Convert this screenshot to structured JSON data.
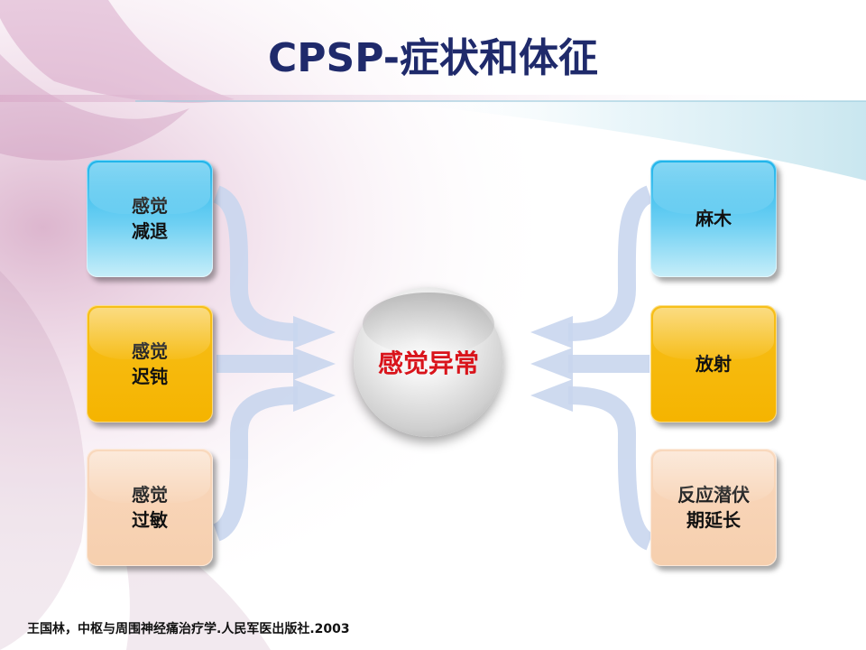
{
  "title": "CPSP-症状和体征",
  "center": {
    "label": "感觉异常"
  },
  "left_boxes": [
    {
      "label": "感觉\n减退",
      "style": "blue"
    },
    {
      "label": "感觉\n迟钝",
      "style": "yellow"
    },
    {
      "label": "感觉\n过敏",
      "style": "peach"
    }
  ],
  "right_boxes": [
    {
      "label": "麻木",
      "style": "blue"
    },
    {
      "label": "放射",
      "style": "yellow"
    },
    {
      "label": "反应潜伏\n期延长",
      "style": "peach"
    }
  ],
  "citation": "王国林，中枢与周围神经痛治疗学.人民军医出版社.2003",
  "colors": {
    "title": "#1f2a6b",
    "center_text": "#d9141b",
    "blue_box": "#1fb4ea",
    "yellow_box": "#f5b400",
    "peach_box": "#f6cfae",
    "arrow": "#c9d6ee"
  }
}
